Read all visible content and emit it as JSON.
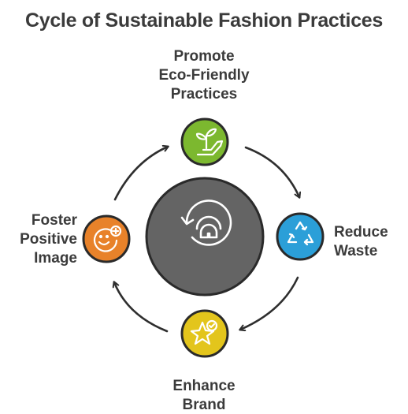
{
  "title": "Cycle of Sustainable Fashion Practices",
  "stages": [
    {
      "lines": [
        "Promote",
        "Eco-Friendly",
        "Practices"
      ],
      "icon": "plant-hand-icon",
      "color": "#7cb82f"
    },
    {
      "lines": [
        "Reduce",
        "Waste"
      ],
      "icon": "recycle-icon",
      "color": "#2b9fd8"
    },
    {
      "lines": [
        "Enhance",
        "Brand"
      ],
      "icon": "star-check-icon",
      "color": "#e3c51c"
    },
    {
      "lines": [
        "Foster",
        "Positive",
        "Image"
      ],
      "icon": "smile-plus-icon",
      "color": "#e8822a"
    }
  ],
  "center": {
    "icon": "cycle-icon",
    "color": "#646464"
  }
}
